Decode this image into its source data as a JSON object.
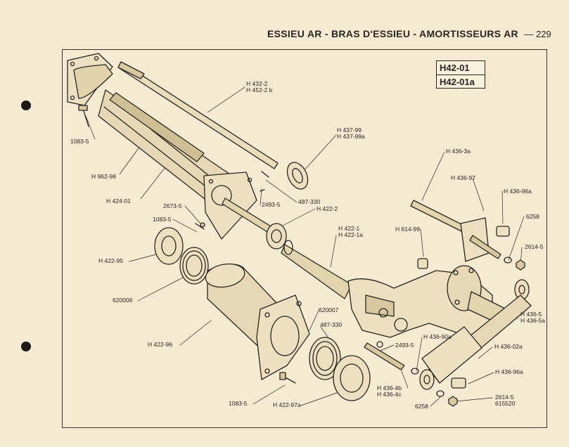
{
  "header": {
    "title": "ESSIEU AR - BRAS D'ESSIEU - AMORTISSEURS AR",
    "page": "— 229"
  },
  "refs": [
    "H42-01",
    "H42-01a"
  ],
  "labels": {
    "h432_2": "H 432-2",
    "h432_2b": "H 452-2 b",
    "p1083_top": "1083-5",
    "h962_98": "H 962-98",
    "h437_99": "H 437-99",
    "h437_99a": "H 437-99a",
    "h424_01": "H 424-01",
    "p2493_top": "2493-5",
    "p487_330_top": "487-330",
    "h422_2": "H 422-2",
    "p2673": "2673-5",
    "p1083_mid": "1083-5",
    "h436_3a": "H 436-3a",
    "h436_97": "H 436-97",
    "h436_96a_top": "H 436-96a",
    "p6258_top": "6258",
    "p2614_top": "2614-5",
    "h614_99": "H 614-99",
    "h422_1": "H 422-1",
    "h422_1a": "H 422-1a",
    "h422_95": "H 422-95",
    "p620006": "620006",
    "p620007": "620007",
    "p487_330_mid": "487-330",
    "h436_5": "H 436-5",
    "h436_5a": "H 436-5a",
    "h422_96": "H 422-96",
    "h436_90a": "H 436-90a",
    "p2493_mid": "2493-5",
    "h436_02a": "H 436-02a",
    "h436_96a_bot": "H 436-96a",
    "h436_4b": "H 436-4b",
    "h436_4c": "H 436-4c",
    "p1083_bot": "1083-5",
    "h422_97a": "H 422-97a",
    "p6258_bot": "6258",
    "p2614_bot": "2614-5",
    "p615520": "615520"
  }
}
